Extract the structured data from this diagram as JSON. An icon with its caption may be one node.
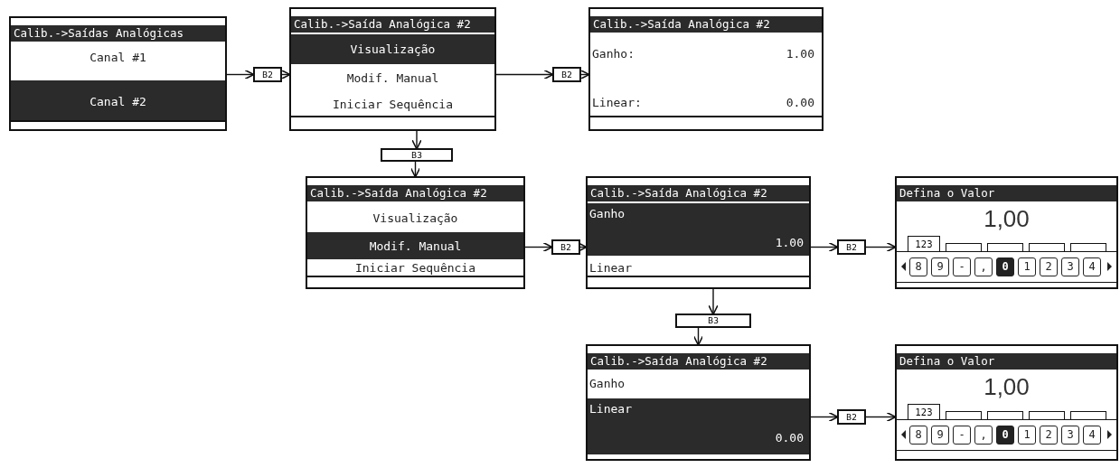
{
  "diagram": {
    "nodes": [
      {
        "text": [
          "Calib.->Saídas Analógicas",
          "Canal #1",
          "Canal #2"
        ]
      },
      {
        "text": [
          "B2"
        ]
      },
      {
        "text": [
          "Calib.->Saída Analógica #2",
          "Visualização",
          "Modif. Manual",
          "Iniciar Sequência"
        ]
      },
      {
        "text": [
          "B2"
        ]
      },
      {
        "text": [
          "Calib.->Saída Analógica #2",
          "Ganho:",
          "1.00",
          "Linear:",
          "0.00"
        ]
      },
      {
        "text": [
          "B3"
        ]
      },
      {
        "text": [
          "Calib.->Saída Analógica #2",
          "Visualização",
          "Modif. Manual",
          "Iniciar Sequência"
        ]
      },
      {
        "text": [
          "B2"
        ]
      },
      {
        "text": [
          "Calib.->Saída Analógica #2",
          "Ganho",
          "1.00",
          "Linear"
        ]
      },
      {
        "text": [
          "B2"
        ]
      },
      {
        "text": [
          "Defina o Valor",
          "1,00",
          "123",
          "8",
          "9",
          "-",
          ",",
          "0",
          "1",
          "2",
          "3",
          "4"
        ]
      },
      {
        "text": [
          "B3"
        ]
      },
      {
        "text": [
          "Calib.->Saída Analógica #2",
          "Ganho",
          "Linear",
          "0.00"
        ]
      },
      {
        "text": [
          "B2"
        ]
      },
      {
        "text": [
          "Defina o Valor",
          "1,00",
          "123",
          "8",
          "9",
          "-",
          ",",
          "0",
          "1",
          "2",
          "3",
          "4"
        ]
      }
    ],
    "edges": [
      {
        "from": 0,
        "to": 1,
        "arrow": "to"
      },
      {
        "from": 1,
        "to": 2,
        "arrow": "to"
      },
      {
        "from": 2,
        "to": 3,
        "arrow": "to"
      },
      {
        "from": 3,
        "to": 4,
        "arrow": "to"
      },
      {
        "from": 2,
        "to": 5,
        "arrow": "to"
      },
      {
        "from": 5,
        "to": 6,
        "arrow": "to"
      },
      {
        "from": 6,
        "to": 7,
        "arrow": "to"
      },
      {
        "from": 7,
        "to": 8,
        "arrow": "to"
      },
      {
        "from": 8,
        "to": 9,
        "arrow": "to"
      },
      {
        "from": 9,
        "to": 10,
        "arrow": "to"
      },
      {
        "from": 8,
        "to": 11,
        "arrow": "to"
      },
      {
        "from": 11,
        "to": 12,
        "arrow": "to"
      },
      {
        "from": 12,
        "to": 13,
        "arrow": "to"
      },
      {
        "from": 13,
        "to": 14,
        "arrow": "to"
      }
    ]
  }
}
